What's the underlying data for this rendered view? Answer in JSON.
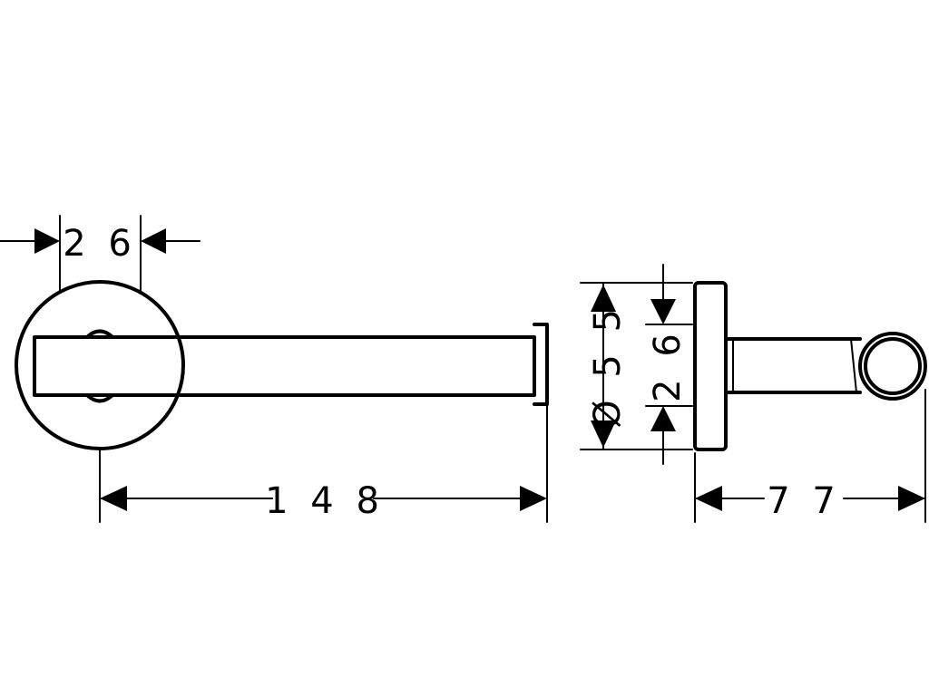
{
  "drawing": {
    "colors": {
      "ink": "#000000",
      "paper": "#ffffff"
    },
    "dimensions": {
      "front_top_width": "2 6",
      "front_length": "1 4 8",
      "side_diameter": "Ø 5 5",
      "side_inner": "2 6",
      "side_depth": "7 7"
    }
  }
}
